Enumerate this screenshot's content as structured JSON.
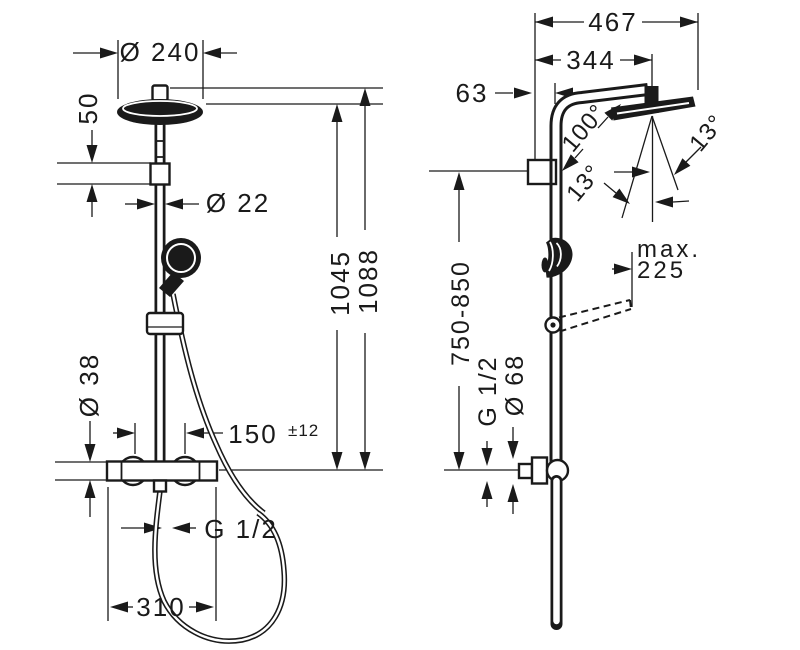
{
  "front": {
    "head_diameter": "Ø 240",
    "cap_height": "50",
    "pipe_diameter": "Ø 22",
    "height_to_head": "1045",
    "height_total": "1088",
    "union_diameter": "Ø 38",
    "connection_spacing": "150",
    "connection_tolerance": "±12",
    "outlet_thread": "G 1/2",
    "connection_width": "310"
  },
  "side": {
    "depth_total": "467",
    "arm_reach": "344",
    "wall_clearance": "63",
    "head_tilt_angle": "100°",
    "spray_angle_left": "13°",
    "spray_angle_right": "13°",
    "handshower_reach_label": "max.",
    "handshower_reach_value": "225",
    "mounting_height_range": "750-850",
    "inlet_thread": "G 1/2",
    "escutcheon_diameter": "Ø 68"
  },
  "colors": {
    "line": "#1a1a1a",
    "background": "#ffffff"
  }
}
